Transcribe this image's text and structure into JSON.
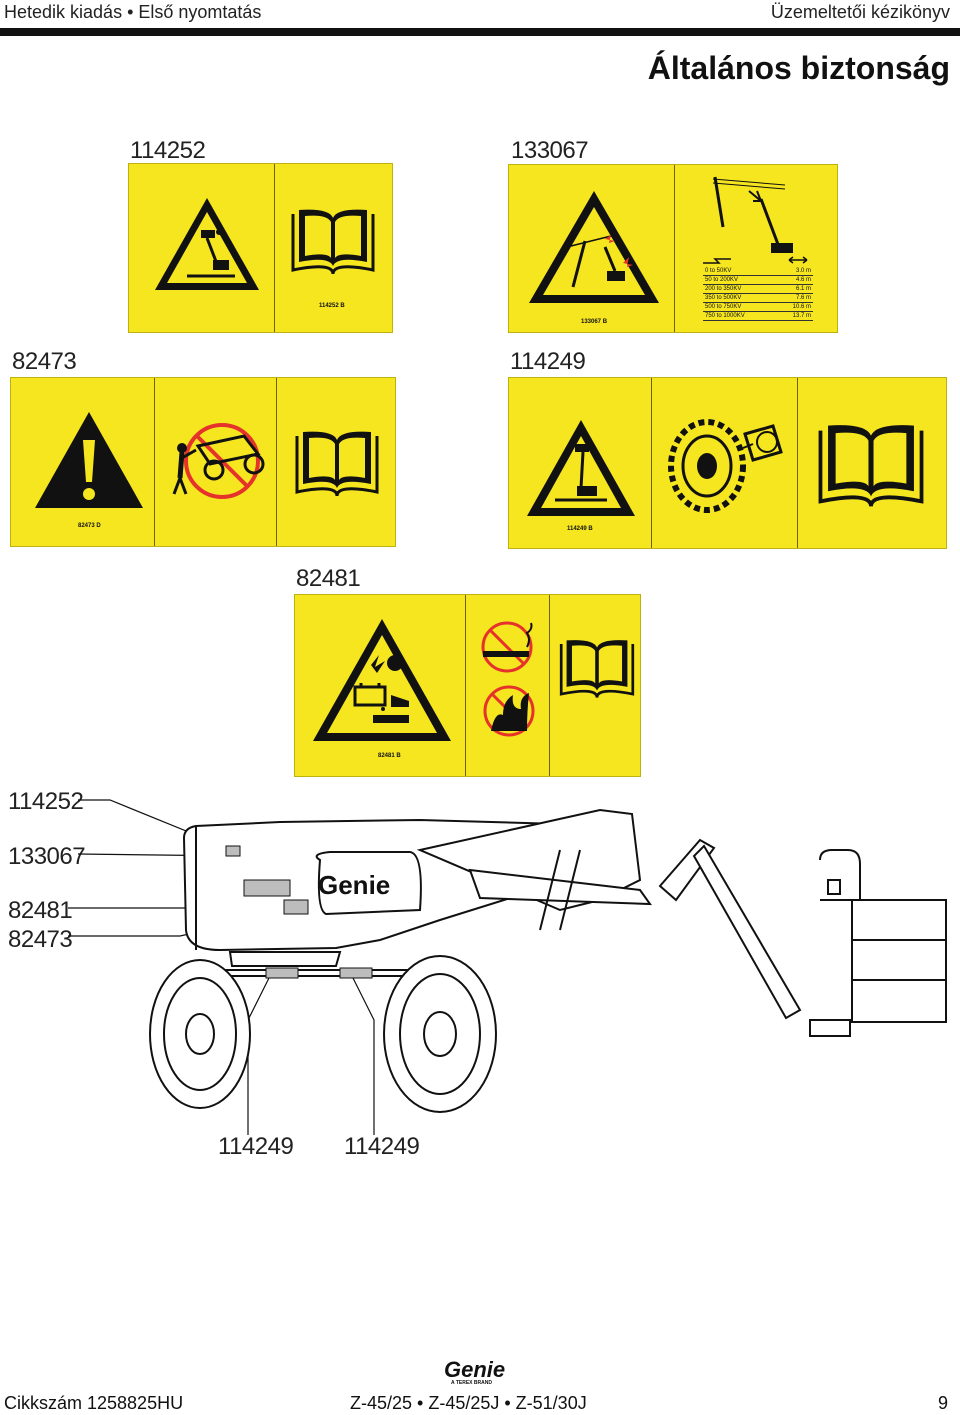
{
  "header": {
    "left": "Hetedik kiadás • Első nyomtatás",
    "right": "Üzemeltetői kézikönyv"
  },
  "page_title": "Általános biztonság",
  "decals": {
    "d114252": {
      "number": "114252",
      "code": "114252 B"
    },
    "d133067": {
      "number": "133067",
      "code": "133067 B",
      "voltage_table": [
        {
          "voltage": "0 to 50KV",
          "distance": "3.0 m"
        },
        {
          "voltage": "50 to 200KV",
          "distance": "4.6 m"
        },
        {
          "voltage": "200 to 350KV",
          "distance": "6.1 m"
        },
        {
          "voltage": "350 to 500KV",
          "distance": "7.6 m"
        },
        {
          "voltage": "500 to 750KV",
          "distance": "10.6 m"
        },
        {
          "voltage": "750 to 1000KV",
          "distance": "13.7 m"
        }
      ]
    },
    "d82473": {
      "number": "82473",
      "code": "82473 D"
    },
    "d114249": {
      "number": "114249",
      "code": "114249 B"
    },
    "d82481": {
      "number": "82481",
      "code": "82481 B"
    }
  },
  "machine_callouts": {
    "left": [
      "114252",
      "133067",
      "82481",
      "82473"
    ],
    "bottom": [
      "114249",
      "114249"
    ]
  },
  "machine_logo": "Genie",
  "footer": {
    "logo": "Genie",
    "logo_sub": "A TEREX BRAND",
    "left": "Cikkszám 1258825HU",
    "center": "Z-45/25 • Z-45/25J • Z-51/30J",
    "page": "9"
  },
  "colors": {
    "decal_yellow": "#f6e61f",
    "prohibit_red": "#e5322b",
    "ink": "#111111"
  }
}
